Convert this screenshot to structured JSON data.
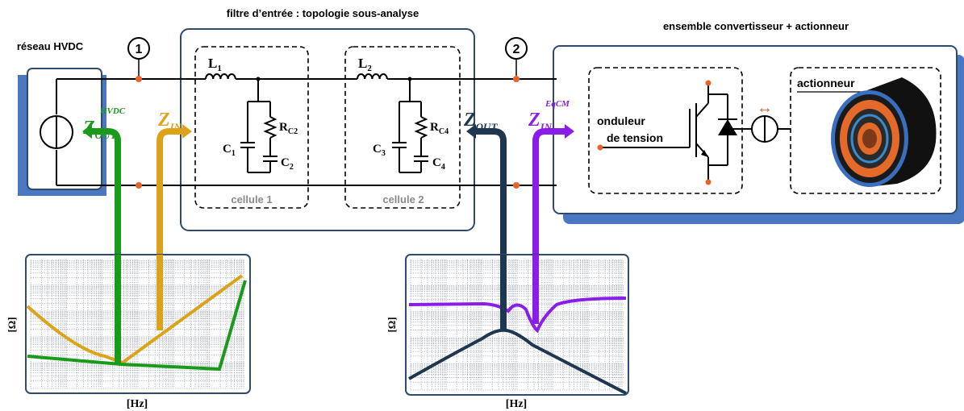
{
  "titles": {
    "filter": "filtre d’entrée : topologie sous-analyse",
    "converter": "ensemble convertisseur + actionneur",
    "network": "réseau HVDC"
  },
  "nodes": {
    "n1": "1",
    "n2": "2"
  },
  "components": {
    "L1": {
      "main": "L",
      "sub": "1"
    },
    "L2": {
      "main": "L",
      "sub": "2"
    },
    "C1": {
      "main": "C",
      "sub": "1"
    },
    "C2": {
      "main": "C",
      "sub": "2"
    },
    "C3": {
      "main": "C",
      "sub": "3"
    },
    "C4": {
      "main": "C",
      "sub": "4"
    },
    "RC2": {
      "main": "R",
      "sub": "C2"
    },
    "RC4": {
      "main": "R",
      "sub": "C4"
    }
  },
  "cells": {
    "cell1": "cellule 1",
    "cell2": "cellule 2"
  },
  "impedances": {
    "zout_hvdc": {
      "main": "Z",
      "sub": "OUT",
      "sup": "HVDC",
      "color": "#1a9a1a"
    },
    "zin": {
      "main": "Z",
      "sub": "IN",
      "color": "#dca31a"
    },
    "zout": {
      "main": "Z",
      "sub": "OUT",
      "color": "#1f3650"
    },
    "zin_eqcm": {
      "main": "Z",
      "sub": "IN",
      "sup": "EqCM",
      "color": "#8a1ee8"
    }
  },
  "converter": {
    "inverter_line1": "onduleur",
    "inverter_line2": "de tension",
    "actuator": "actionneur",
    "arrow_symbol": "↔"
  },
  "plots": {
    "ylabel": "[Ω]",
    "xlabel": "[Hz]"
  },
  "colors": {
    "frame": "#2e4a6e",
    "panel_shadow": "#4a78c0",
    "node_dot": "#e8622a",
    "arrow_orange": "#e8622a"
  }
}
